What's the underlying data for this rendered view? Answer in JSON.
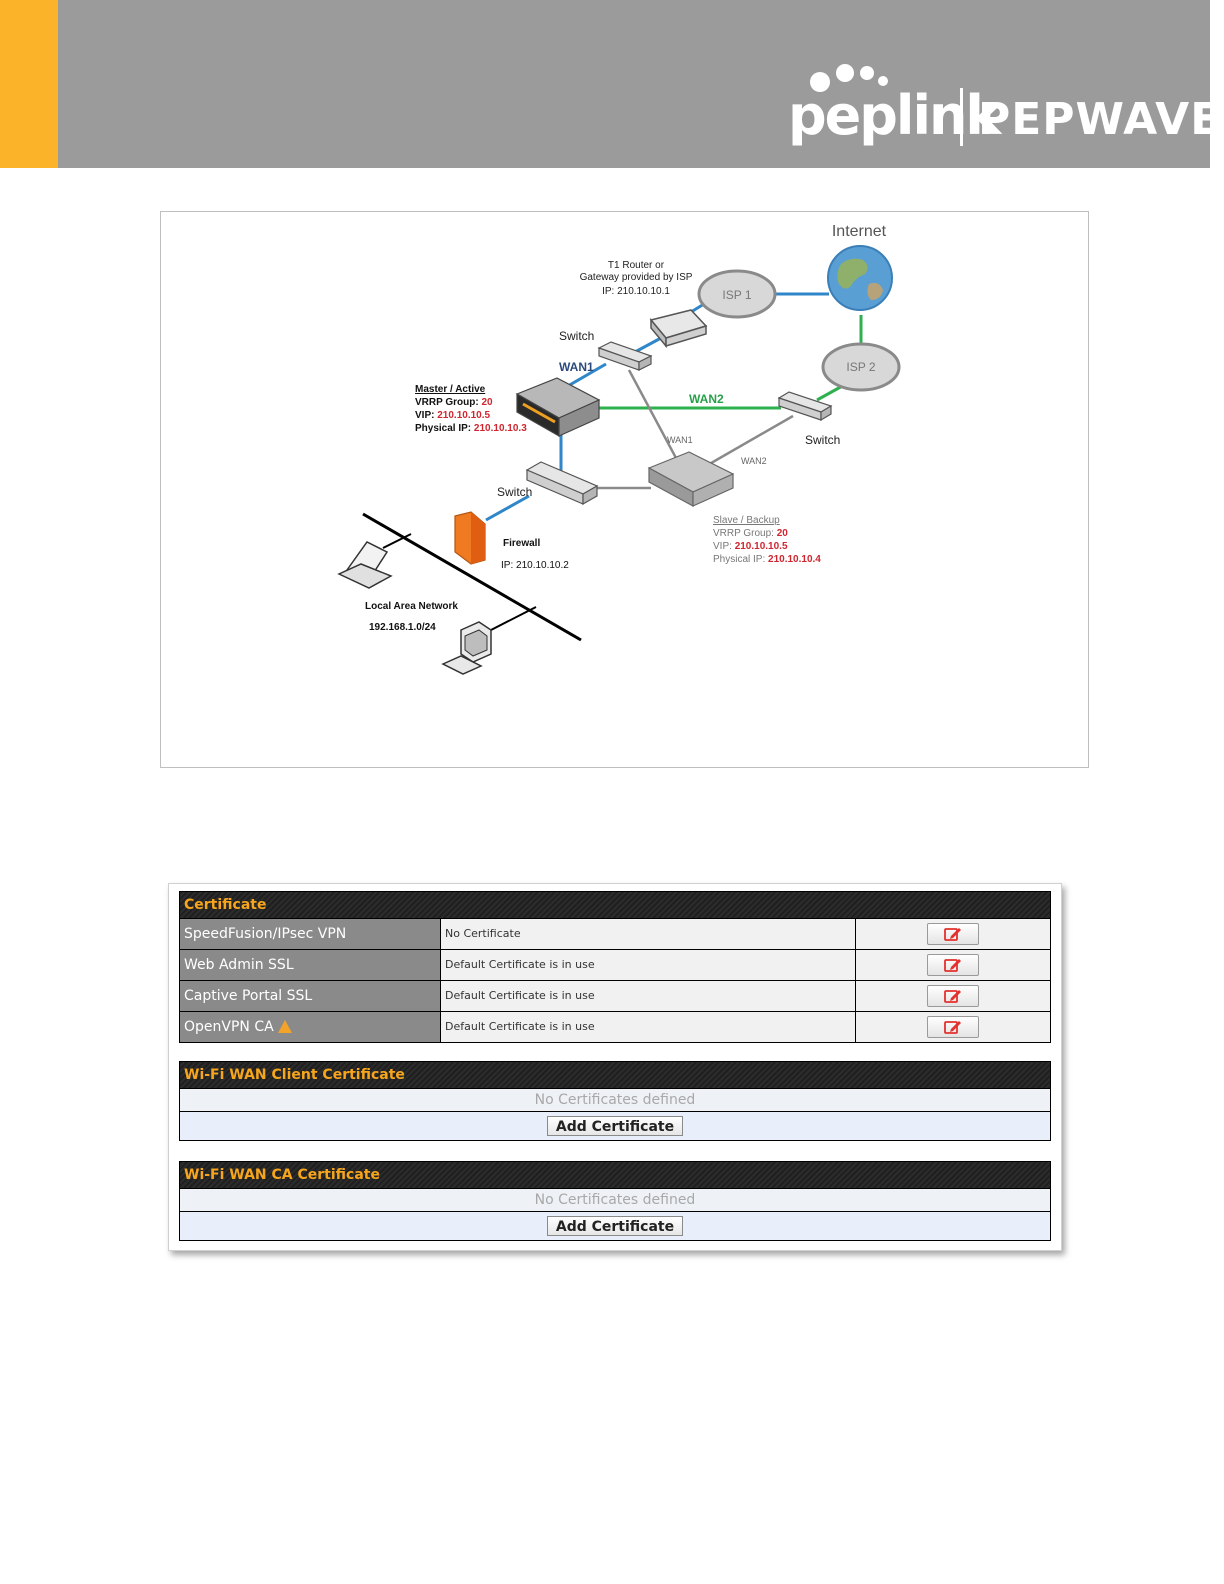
{
  "header": {
    "logo_left": "peplink",
    "logo_right": "PEPWAVE",
    "colors": {
      "band": "#9b9b9b",
      "accent": "#fbb42a"
    }
  },
  "diagram": {
    "internet_label": "Internet",
    "t1_router_line1": "T1 Router or",
    "t1_router_line2": "Gateway provided by ISP",
    "t1_router_ip": "IP: 210.10.10.1",
    "isp1": "ISP 1",
    "isp2": "ISP 2",
    "switch_top": "Switch",
    "switch_right": "Switch",
    "switch_bottom": "Switch",
    "wan1_main": "WAN1",
    "wan2_main": "WAN2",
    "wan1_small": "WAN1",
    "wan2_small": "WAN2",
    "master": {
      "title": "Master / Active",
      "group_label": "VRRP Group: ",
      "group_value": "20",
      "vip_label": "VIP: ",
      "vip_value": "210.10.10.5",
      "phys_label": "Physical IP: ",
      "phys_value": "210.10.10.3"
    },
    "slave": {
      "title": "Slave / Backup",
      "group_label": "VRRP Group: ",
      "group_value": "20",
      "vip_label": "VIP: ",
      "vip_value": "210.10.10.5",
      "phys_label": "Physical IP: ",
      "phys_value": "210.10.10.4"
    },
    "firewall_label": "Firewall",
    "firewall_ip": "IP: 210.10.10.2",
    "lan_label": "Local Area Network",
    "lan_subnet": "192.168.1.0/24"
  },
  "certificate": {
    "title": "Certificate",
    "rows": [
      {
        "label": "SpeedFusion/IPsec VPN",
        "value": "No Certificate"
      },
      {
        "label": "Web Admin SSL",
        "value": "Default Certificate is in use"
      },
      {
        "label": "Captive Portal SSL",
        "value": "Default Certificate is in use"
      },
      {
        "label": "OpenVPN CA",
        "value": "Default Certificate is in use"
      }
    ]
  },
  "wifi_client": {
    "title": "Wi-Fi WAN Client Certificate",
    "empty_text": "No Certificates defined",
    "button": "Add Certificate"
  },
  "wifi_ca": {
    "title": "Wi-Fi WAN CA Certificate",
    "empty_text": "No Certificates defined",
    "button": "Add Certificate"
  }
}
